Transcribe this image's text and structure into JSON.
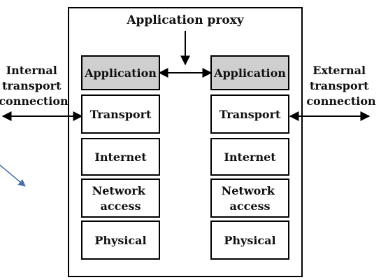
{
  "title": "Application proxy",
  "left_label": [
    "Internal",
    "transport",
    "connection"
  ],
  "right_label": [
    "External",
    "transport",
    "connection"
  ],
  "stacks": {
    "left": [
      "Application",
      "Transport",
      "Internet",
      [
        "Network",
        "access"
      ],
      "Physical"
    ],
    "right": [
      "Application",
      "Transport",
      "Internet",
      [
        "Network",
        "access"
      ],
      "Physical"
    ]
  },
  "colors": {
    "application_fill": "#cfcfcf",
    "layer_fill": "#ffffff",
    "stroke": "#000000",
    "annotation_arrow": "#4a6ea8"
  }
}
